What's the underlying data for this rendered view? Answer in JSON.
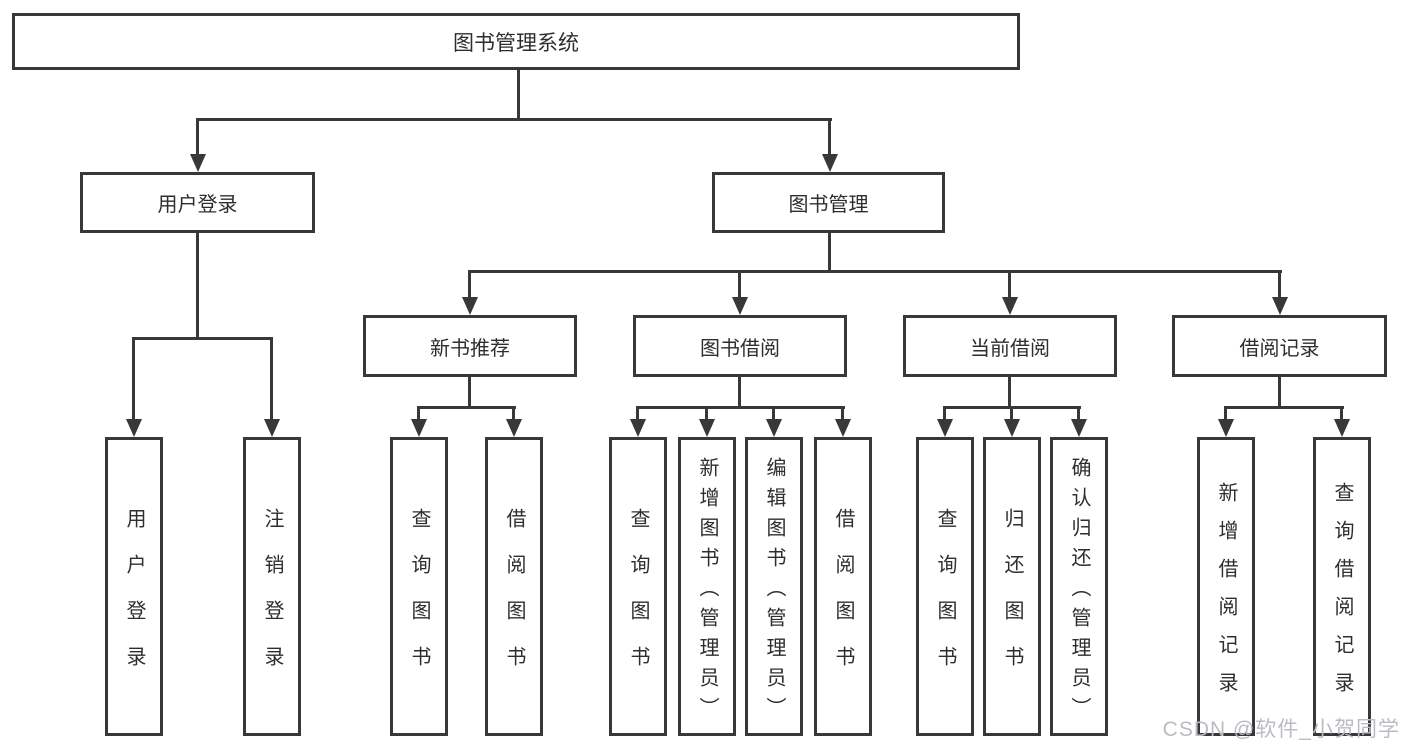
{
  "tree": {
    "root": "图书管理系统",
    "branches": [
      {
        "label": "用户登录",
        "children": [
          "用户登录",
          "注销登录"
        ]
      },
      {
        "label": "图书管理",
        "sections": [
          {
            "label": "新书推荐",
            "children": [
              "查询图书",
              "借阅图书"
            ]
          },
          {
            "label": "图书借阅",
            "children": [
              "查询图书",
              "新增图书（管理员）",
              "编辑图书（管理员）",
              "借阅图书"
            ]
          },
          {
            "label": "当前借阅",
            "children": [
              "查询图书",
              "归还图书",
              "确认归还（管理员）"
            ]
          },
          {
            "label": "借阅记录",
            "children": [
              "新增借阅记录",
              "查询借阅记录"
            ]
          }
        ]
      }
    ]
  },
  "watermark": {
    "text": "CSDN @软件_小贺同学"
  },
  "colors": {
    "line": "#383838",
    "text": "#2e2e2e",
    "background": "#ffffff",
    "watermark": "#b9bcc2"
  }
}
